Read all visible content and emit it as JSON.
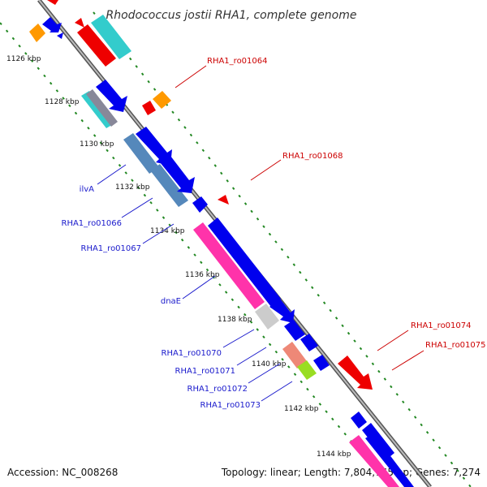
{
  "title": "Rhodococcus jostii RHA1, complete genome",
  "footer": {
    "accession": "Accession: NC_008268",
    "topology": "Topology: linear; Length: 7,804,765 bp; Genes: 7,274"
  },
  "ruler_ticks": [
    "1126 kbp",
    "1128 kbp",
    "1130 kbp",
    "1132 kbp",
    "1134 kbp",
    "1136 kbp",
    "1138 kbp",
    "1140 kbp",
    "1142 kbp",
    "1144 kbp"
  ],
  "gene_labels_red": [
    "RHA1_ro01064",
    "RHA1_ro01068",
    "RHA1_ro01074",
    "RHA1_ro01075"
  ],
  "gene_labels_blue": [
    "ilvA",
    "RHA1_ro01066",
    "RHA1_ro01067",
    "dnaE",
    "RHA1_ro01070",
    "RHA1_ro01071",
    "RHA1_ro01072",
    "RHA1_ro01073"
  ],
  "colors": {
    "cds_blue": "#0000ee",
    "cds_red": "#ee0000",
    "cyan": "#33cccc",
    "magenta": "#ff33aa",
    "orange": "#ff9900",
    "steel_blue": "#5588bb",
    "salmon": "#ee8877",
    "yellow_green": "#99dd22",
    "grey": "#cccccc",
    "dotted_track": "#228822",
    "backbone": "#888888",
    "label_red": "#cc0000",
    "label_blue": "#1a1acc"
  }
}
